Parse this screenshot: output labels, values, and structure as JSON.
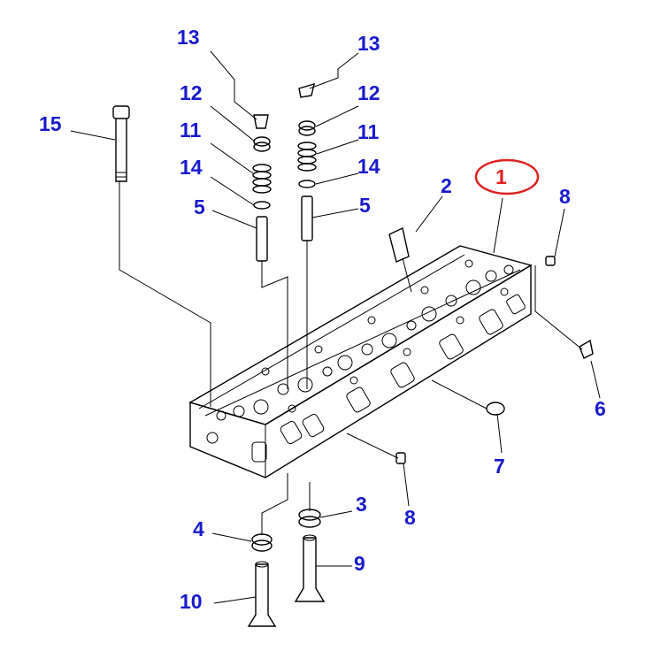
{
  "colors": {
    "callout_text": "#1a1acc",
    "highlight": "#dd2222",
    "line": "#000000",
    "background": "#ffffff"
  },
  "callouts": [
    {
      "id": "c13a",
      "text": "13"
    },
    {
      "id": "c13b",
      "text": "13"
    },
    {
      "id": "c12a",
      "text": "12"
    },
    {
      "id": "c12b",
      "text": "12"
    },
    {
      "id": "c11a",
      "text": "11"
    },
    {
      "id": "c11b",
      "text": "11"
    },
    {
      "id": "c14a",
      "text": "14"
    },
    {
      "id": "c14b",
      "text": "14"
    },
    {
      "id": "c15",
      "text": "15"
    },
    {
      "id": "c5a",
      "text": "5"
    },
    {
      "id": "c5b",
      "text": "5"
    },
    {
      "id": "c2",
      "text": "2"
    },
    {
      "id": "c1",
      "text": "1"
    },
    {
      "id": "c8a",
      "text": "8"
    },
    {
      "id": "c6",
      "text": "6"
    },
    {
      "id": "c7",
      "text": "7"
    },
    {
      "id": "c8b",
      "text": "8"
    },
    {
      "id": "c3",
      "text": "3"
    },
    {
      "id": "c4",
      "text": "4"
    },
    {
      "id": "c9",
      "text": "9"
    },
    {
      "id": "c10",
      "text": "10"
    }
  ]
}
